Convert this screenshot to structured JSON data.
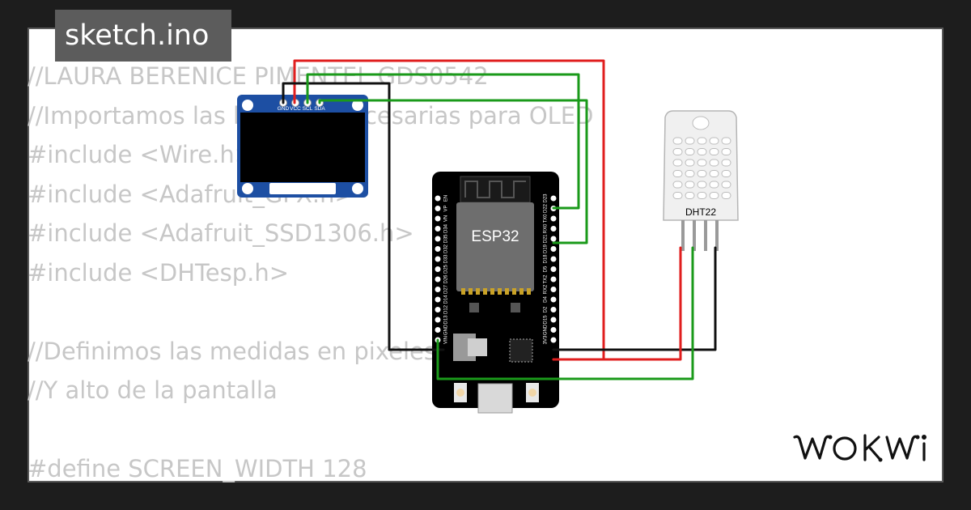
{
  "sketch": {
    "filename": "sketch.ino"
  },
  "code": {
    "lines": [
      "//LAURA BERENICE PIMENTEL GDS0542",
      "//Importamos las librerías necesarias para OLED",
      "#include <Wire.h>",
      "#include <Adafruit_GFX.h>",
      "#include <Adafruit_SSD1306.h>",
      "#include <DHTesp.h>",
      "",
      "//Definimos las medidas en pixeles de ancho",
      "//Y alto de la pantalla",
      "",
      "#define SCREEN_WIDTH 128"
    ]
  },
  "components": {
    "oled": {
      "pins": [
        "GND",
        "VCC",
        "SCL",
        "SDA"
      ],
      "color": "#1d4fa3"
    },
    "esp32": {
      "label": "ESP32",
      "left_pins": [
        "EN",
        "VP",
        "VN",
        "D34",
        "D35",
        "D32",
        "D33",
        "D25",
        "D26",
        "D27",
        "D14",
        "D12",
        "D13",
        "GND",
        "VIN"
      ],
      "right_pins": [
        "D23",
        "D22",
        "TX0",
        "RX0",
        "D21",
        "D19",
        "D18",
        "D5",
        "TX2",
        "RX2",
        "D4",
        "D2",
        "D15",
        "GND",
        "3V3"
      ]
    },
    "dht22": {
      "label": "DHT22"
    }
  },
  "wires": {
    "red": "#e01e1e",
    "green": "#1a9a1a",
    "black": "#111111"
  },
  "brand": {
    "logo": "WOKWI"
  }
}
